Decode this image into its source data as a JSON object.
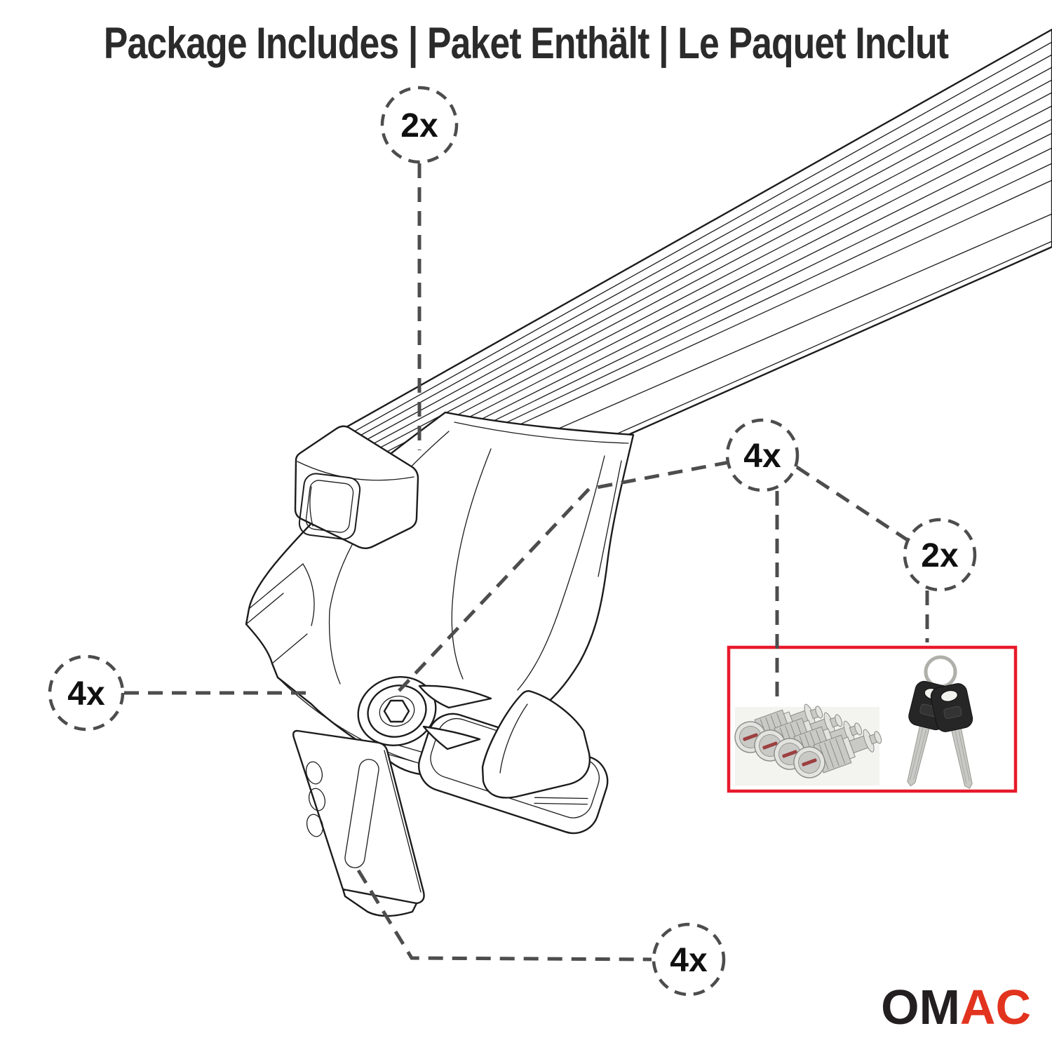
{
  "title": "Package Includes | Paket Enthält | Le Paquet Inclut",
  "callouts": {
    "crossbar_qty": "2x",
    "foot_qty": "4x",
    "lock_qty": "4x",
    "key_qty": "2x",
    "clamp_qty": "4x"
  },
  "logo": {
    "black_part": "OM",
    "red_part": "AC"
  },
  "colors": {
    "line": "#1c1c1c",
    "dash": "#4d4d4d",
    "accent_red": "#e8192b",
    "logo_black": "#231f20",
    "logo_red": "#e2331f",
    "metal_light": "#e3e3e0",
    "metal_mid": "#c9c9c6",
    "metal_dark": "#8a8a87",
    "key_black": "#262626",
    "photo_bg": "#f3f3f0"
  }
}
